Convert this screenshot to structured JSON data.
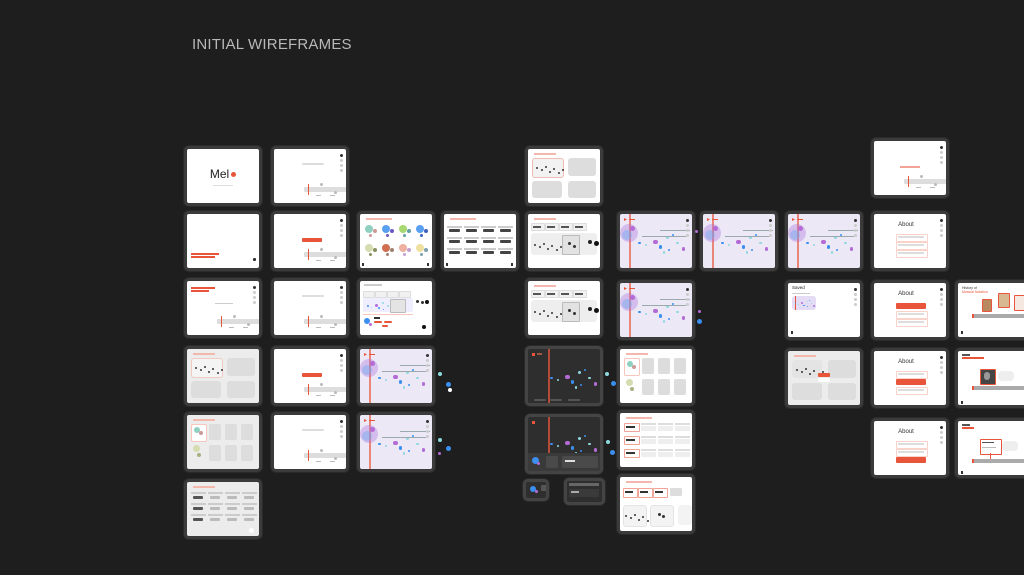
{
  "page": {
    "title": "INITIAL WIREFRAMES"
  },
  "frames": {
    "logo": "Mel",
    "about": "About",
    "saved": "Saved",
    "history_line1": "History of",
    "history_line2": "Musical Notation"
  },
  "colors": {
    "accent": "#e8553a",
    "blue": "#3b8ff0",
    "cyan": "#8fd8e0",
    "purple": "#b36cd6",
    "background": "#1e1e1e"
  }
}
